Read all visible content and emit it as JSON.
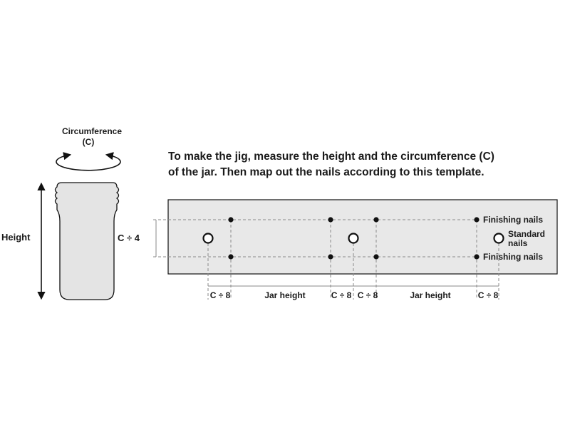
{
  "instruction": {
    "line1": "To make the jig, measure the height and the circumference (C)",
    "line2": "of the jar. Then map out the nails according to this template."
  },
  "jar": {
    "circumference_line1": "Circumference",
    "circumference_line2": "(C)",
    "height_label": "Height"
  },
  "template": {
    "side_label": "C ÷ 4",
    "finishing_nails_top": "Finishing nails",
    "finishing_nails_bottom": "Finishing nails",
    "standard_nails_line1": "Standard",
    "standard_nails_line2": "nails"
  },
  "dimensions": {
    "seg1": "C ÷ 8",
    "seg2": "Jar height",
    "seg3": "C ÷ 8",
    "seg4": "C ÷ 8",
    "seg5": "Jar height",
    "seg6": "C ÷ 8"
  },
  "colors": {
    "jar_fill": "#e4e4e4",
    "board_fill": "#e8e8e8",
    "ink": "#111111",
    "guide": "#8a8a8a"
  }
}
